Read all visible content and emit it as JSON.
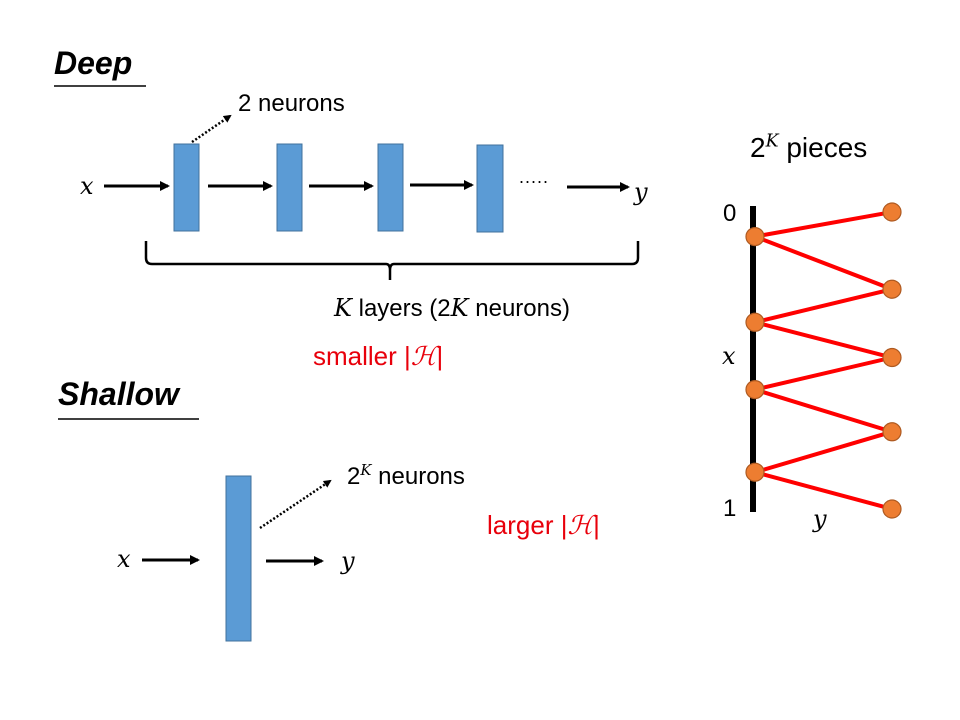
{
  "deep": {
    "title": "Deep",
    "input_label": "x",
    "output_label": "y",
    "neuron_annotation": "2 neurons",
    "ellipsis": ".....",
    "layers_label_k": "K",
    "layers_label_rest": " layers  (2",
    "layers_label_k2": "K",
    "layers_label_end": " neurons)",
    "hypothesis_prefix": "smaller |",
    "hypothesis_symbol": "ℋ",
    "hypothesis_suffix": "|",
    "layer_count_shown": 4
  },
  "shallow": {
    "title": "Shallow",
    "input_label": "x",
    "output_label": "y",
    "neuron_annotation_base": "2",
    "neuron_annotation_exp": "K",
    "neuron_annotation_rest": " neurons",
    "hypothesis_prefix": "larger |",
    "hypothesis_symbol": "ℋ",
    "hypothesis_suffix": "|"
  },
  "pieces": {
    "title_base": "2",
    "title_exp": "K",
    "title_rest": " pieces",
    "axis_top": "0",
    "axis_bottom": "1",
    "axis_x_label": "x",
    "axis_y_label": "y",
    "left_nodes_fraction": [
      0.1,
      0.38,
      0.6,
      0.87
    ],
    "right_nodes_fraction": [
      0.0,
      0.26,
      0.49,
      0.74,
      1.0
    ]
  },
  "colors": {
    "layer_fill": "#5b9bd5",
    "layer_stroke": "#41719c",
    "node_fill": "#ed7d31",
    "node_stroke": "#ae5a21",
    "zigzag": "#ff0000",
    "hypothesis_text": "#e8000b"
  }
}
